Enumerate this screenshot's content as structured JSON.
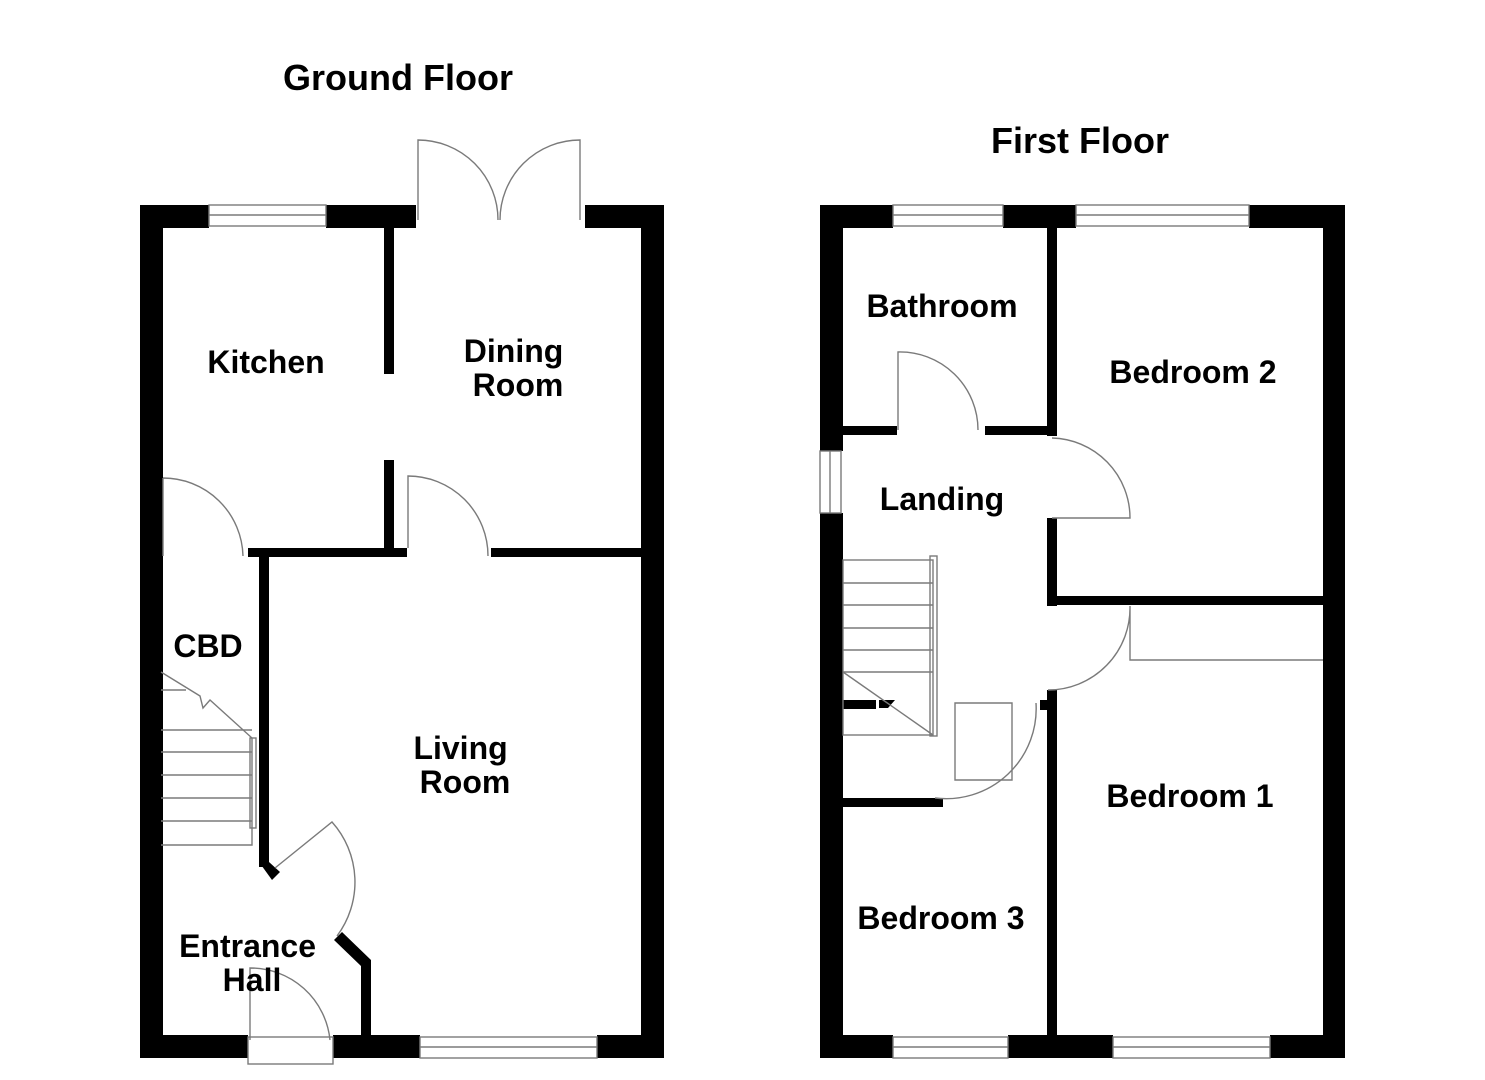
{
  "floors": [
    {
      "title": "Ground Floor",
      "rooms": [
        {
          "key": "kitchen",
          "lines": [
            "Kitchen"
          ]
        },
        {
          "key": "dining-room",
          "lines": [
            "Dining",
            "Room"
          ]
        },
        {
          "key": "cbd",
          "lines": [
            "CBD"
          ]
        },
        {
          "key": "living-room",
          "lines": [
            "Living",
            "Room"
          ]
        },
        {
          "key": "entrance-hall",
          "lines": [
            "Entrance",
            "Hall"
          ]
        }
      ]
    },
    {
      "title": "First Floor",
      "rooms": [
        {
          "key": "bathroom",
          "lines": [
            "Bathroom"
          ]
        },
        {
          "key": "bedroom-2",
          "lines": [
            "Bedroom 2"
          ]
        },
        {
          "key": "landing",
          "lines": [
            "Landing"
          ]
        },
        {
          "key": "bedroom-1",
          "lines": [
            "Bedroom 1"
          ]
        },
        {
          "key": "bedroom-3",
          "lines": [
            "Bedroom 3"
          ]
        }
      ]
    }
  ],
  "colors": {
    "wall": "#000000",
    "fixture": "#7a7a7a",
    "background": "#ffffff"
  }
}
